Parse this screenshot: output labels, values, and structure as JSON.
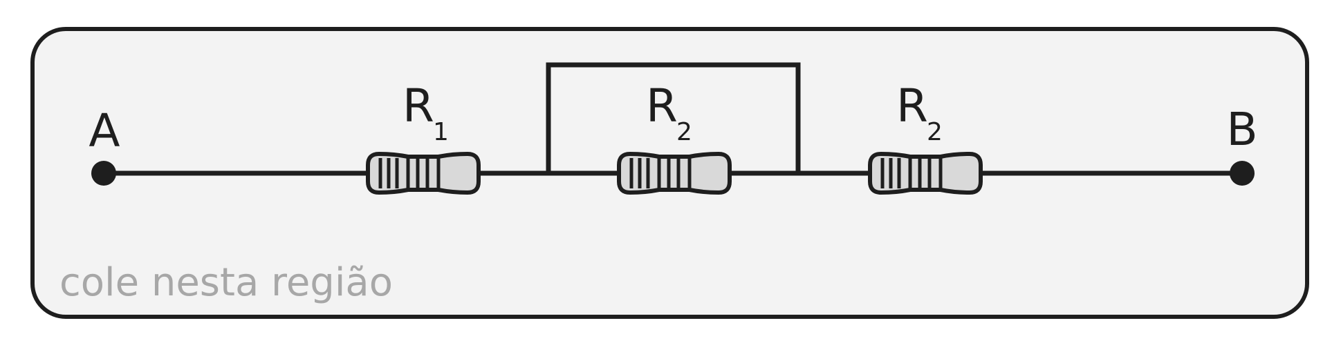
{
  "terminals": {
    "left": "A",
    "right": "B"
  },
  "resistors": [
    {
      "name": "R",
      "subscript": "1"
    },
    {
      "name": "R",
      "subscript": "2"
    },
    {
      "name": "R",
      "subscript": "2"
    }
  ],
  "paste_note": "cole nesta região",
  "colors": {
    "ink": "#1e1e1e",
    "panel": "#f3f3f3",
    "note": "#a7a7a7",
    "resistor_body": "#d9d9d9"
  }
}
